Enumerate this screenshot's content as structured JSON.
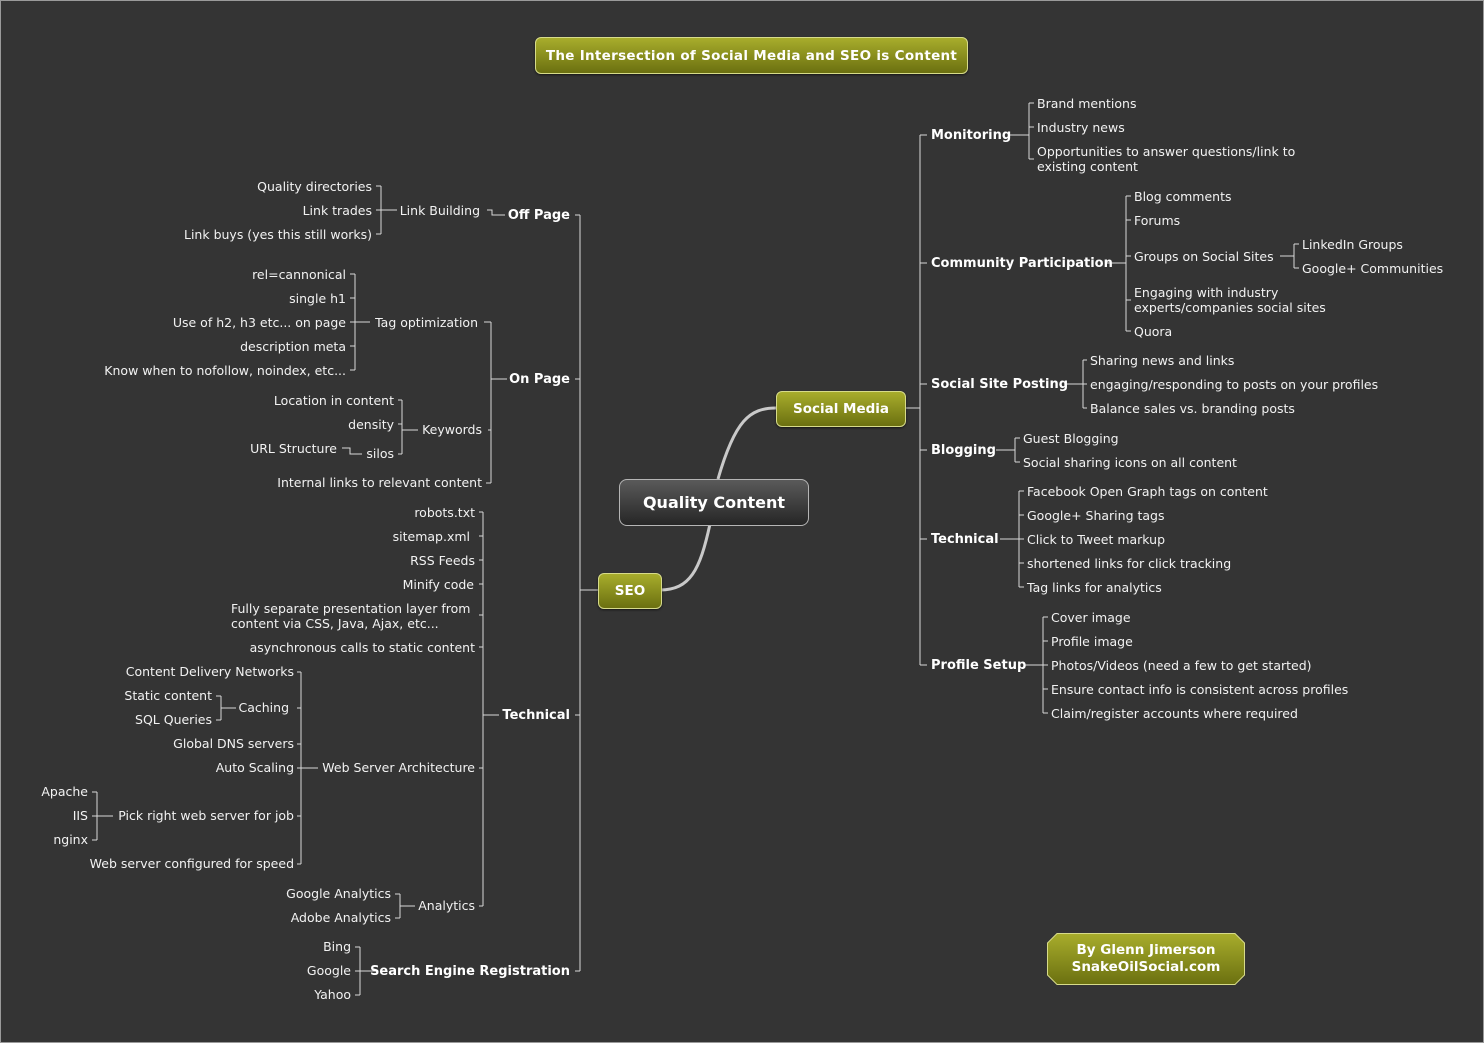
{
  "title": "The Intersection of Social Media and SEO is Content",
  "central": "Quality Content",
  "author": {
    "line1": "By Glenn Jimerson",
    "line2": "SnakeOilSocial.com"
  },
  "colors": {
    "background": "#343434",
    "branch_line": "#d9d9d9",
    "pill_top": "#a8ad2c",
    "pill_bottom": "#6b7010",
    "pill_border": "#d7db8a"
  },
  "social_media": {
    "label": "Social Media",
    "monitoring": {
      "label": "Monitoring",
      "items": [
        "Brand mentions",
        "Industry news",
        "Opportunities to answer questions/link to existing content"
      ]
    },
    "community": {
      "label": "Community Participation",
      "items": [
        "Blog comments",
        "Forums",
        "Groups on Social Sites",
        "Engaging with industry experts/companies social sites",
        "Quora"
      ],
      "groups": [
        "LinkedIn Groups",
        "Google+ Communities"
      ]
    },
    "posting": {
      "label": "Social Site Posting",
      "items": [
        "Sharing news and links",
        "engaging/responding to posts on your profiles",
        "Balance sales vs. branding posts"
      ]
    },
    "blogging": {
      "label": "Blogging",
      "items": [
        "Guest Blogging",
        "Social sharing icons on all content"
      ]
    },
    "technical": {
      "label": "Technical",
      "items": [
        "Facebook Open Graph tags on content",
        "Google+ Sharing tags",
        "Click to Tweet markup",
        "shortened links for click tracking",
        "Tag links for analytics"
      ]
    },
    "profile": {
      "label": "Profile Setup",
      "items": [
        "Cover image",
        "Profile image",
        "Photos/Videos (need a few to get started)",
        "Ensure contact info is consistent across profiles",
        "Claim/register accounts where required"
      ]
    }
  },
  "seo": {
    "label": "SEO",
    "offpage": {
      "label": "Off Page",
      "link_building": "Link Building",
      "items": [
        "Quality directories",
        "Link trades",
        "Link buys (yes this still works)"
      ]
    },
    "onpage": {
      "label": "On Page",
      "tag_opt": "Tag optimization",
      "tag_items": [
        "rel=cannonical",
        "single h1",
        "Use of h2, h3 etc... on page",
        "description meta",
        "Know when to nofollow, noindex, etc..."
      ],
      "keywords": "Keywords",
      "kw_items": [
        "Location in content",
        "density",
        "silos"
      ],
      "url_structure": "URL Structure",
      "internal": "Internal links to relevant content"
    },
    "technical": {
      "label": "Technical",
      "items": [
        "robots.txt",
        "sitemap.xml",
        "RSS Feeds",
        "Minify code",
        "Fully separate presentation layer from content via CSS, Java, Ajax, etc...",
        "asynchronous calls to static content"
      ],
      "wsa": "Web Server Architecture",
      "cdn": "Content Delivery Networks",
      "caching": "Caching",
      "cache_items": [
        "Static content",
        "SQL Queries"
      ],
      "dns": "Global DNS servers",
      "scaling": "Auto Scaling",
      "pick": "Pick right web server for job",
      "servers": [
        "Apache",
        "IIS",
        "nginx"
      ],
      "speed": "Web server configured for speed",
      "analytics": "Analytics",
      "analytics_items": [
        "Google Analytics",
        "Adobe Analytics"
      ]
    },
    "ser": {
      "label": "Search Engine Registration",
      "items": [
        "Bing",
        "Google",
        "Yahoo"
      ]
    }
  }
}
